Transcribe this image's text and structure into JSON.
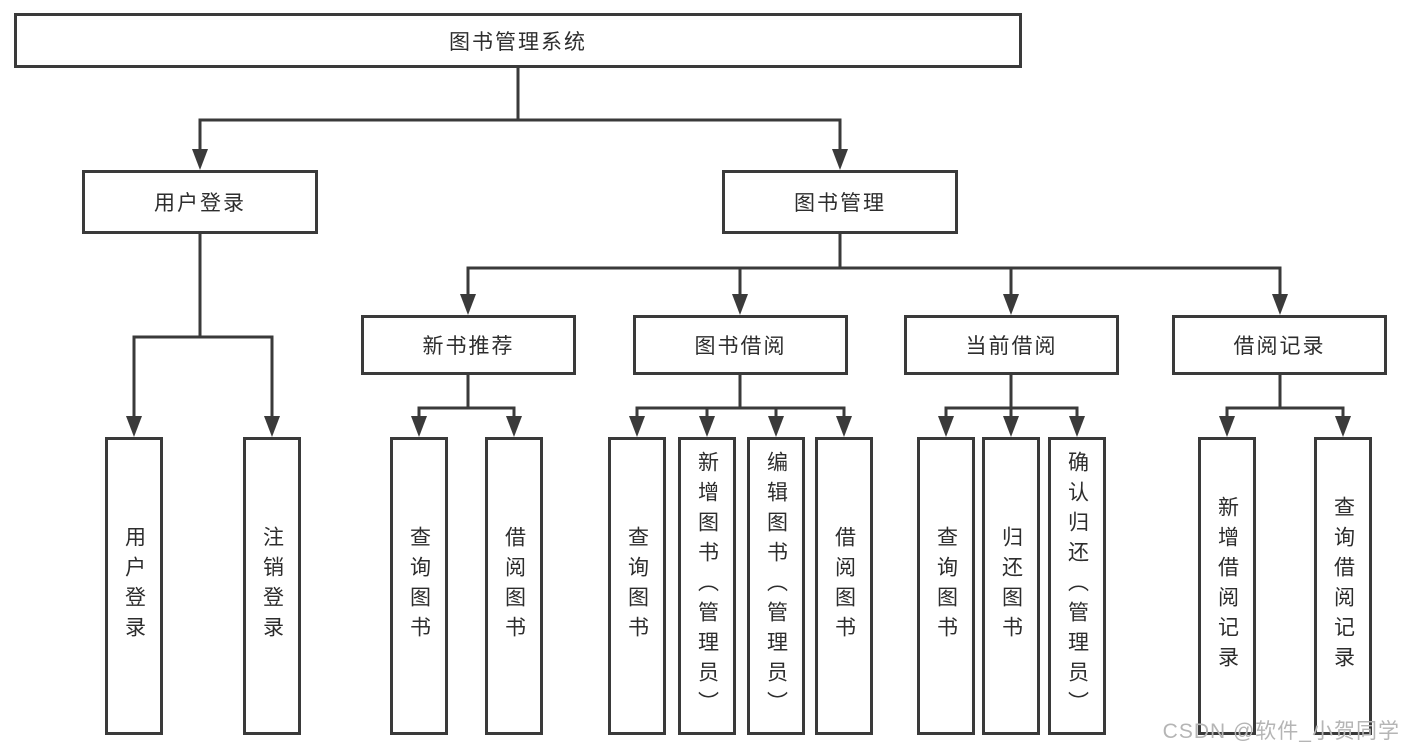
{
  "nodes": {
    "root": "图书管理系统",
    "user_login": "用户登录",
    "book_mgmt": "图书管理",
    "new_books": "新书推荐",
    "book_borrow": "图书借阅",
    "current_borrow": "当前借阅",
    "borrow_records": "借阅记录",
    "leaf_user_login": "用户登录",
    "leaf_logout": "注销登录",
    "leaf_nb_query": "查询图书",
    "leaf_nb_borrow": "借阅图书",
    "leaf_bb_query": "查询图书",
    "leaf_bb_add": "新增图书（管理员）",
    "leaf_bb_edit": "编辑图书（管理员）",
    "leaf_bb_borrow": "借阅图书",
    "leaf_cb_query": "查询图书",
    "leaf_cb_return": "归还图书",
    "leaf_cb_confirm": "确认归还（管理员）",
    "leaf_br_add": "新增借阅记录",
    "leaf_br_query": "查询借阅记录"
  },
  "watermark": "CSDN @软件_小贺同学",
  "colors": {
    "line": "#3a3a3a",
    "box_border": "#3a3a3a",
    "text": "#2d2d2d",
    "watermark": "#b5b5b5",
    "background": "#ffffff"
  }
}
